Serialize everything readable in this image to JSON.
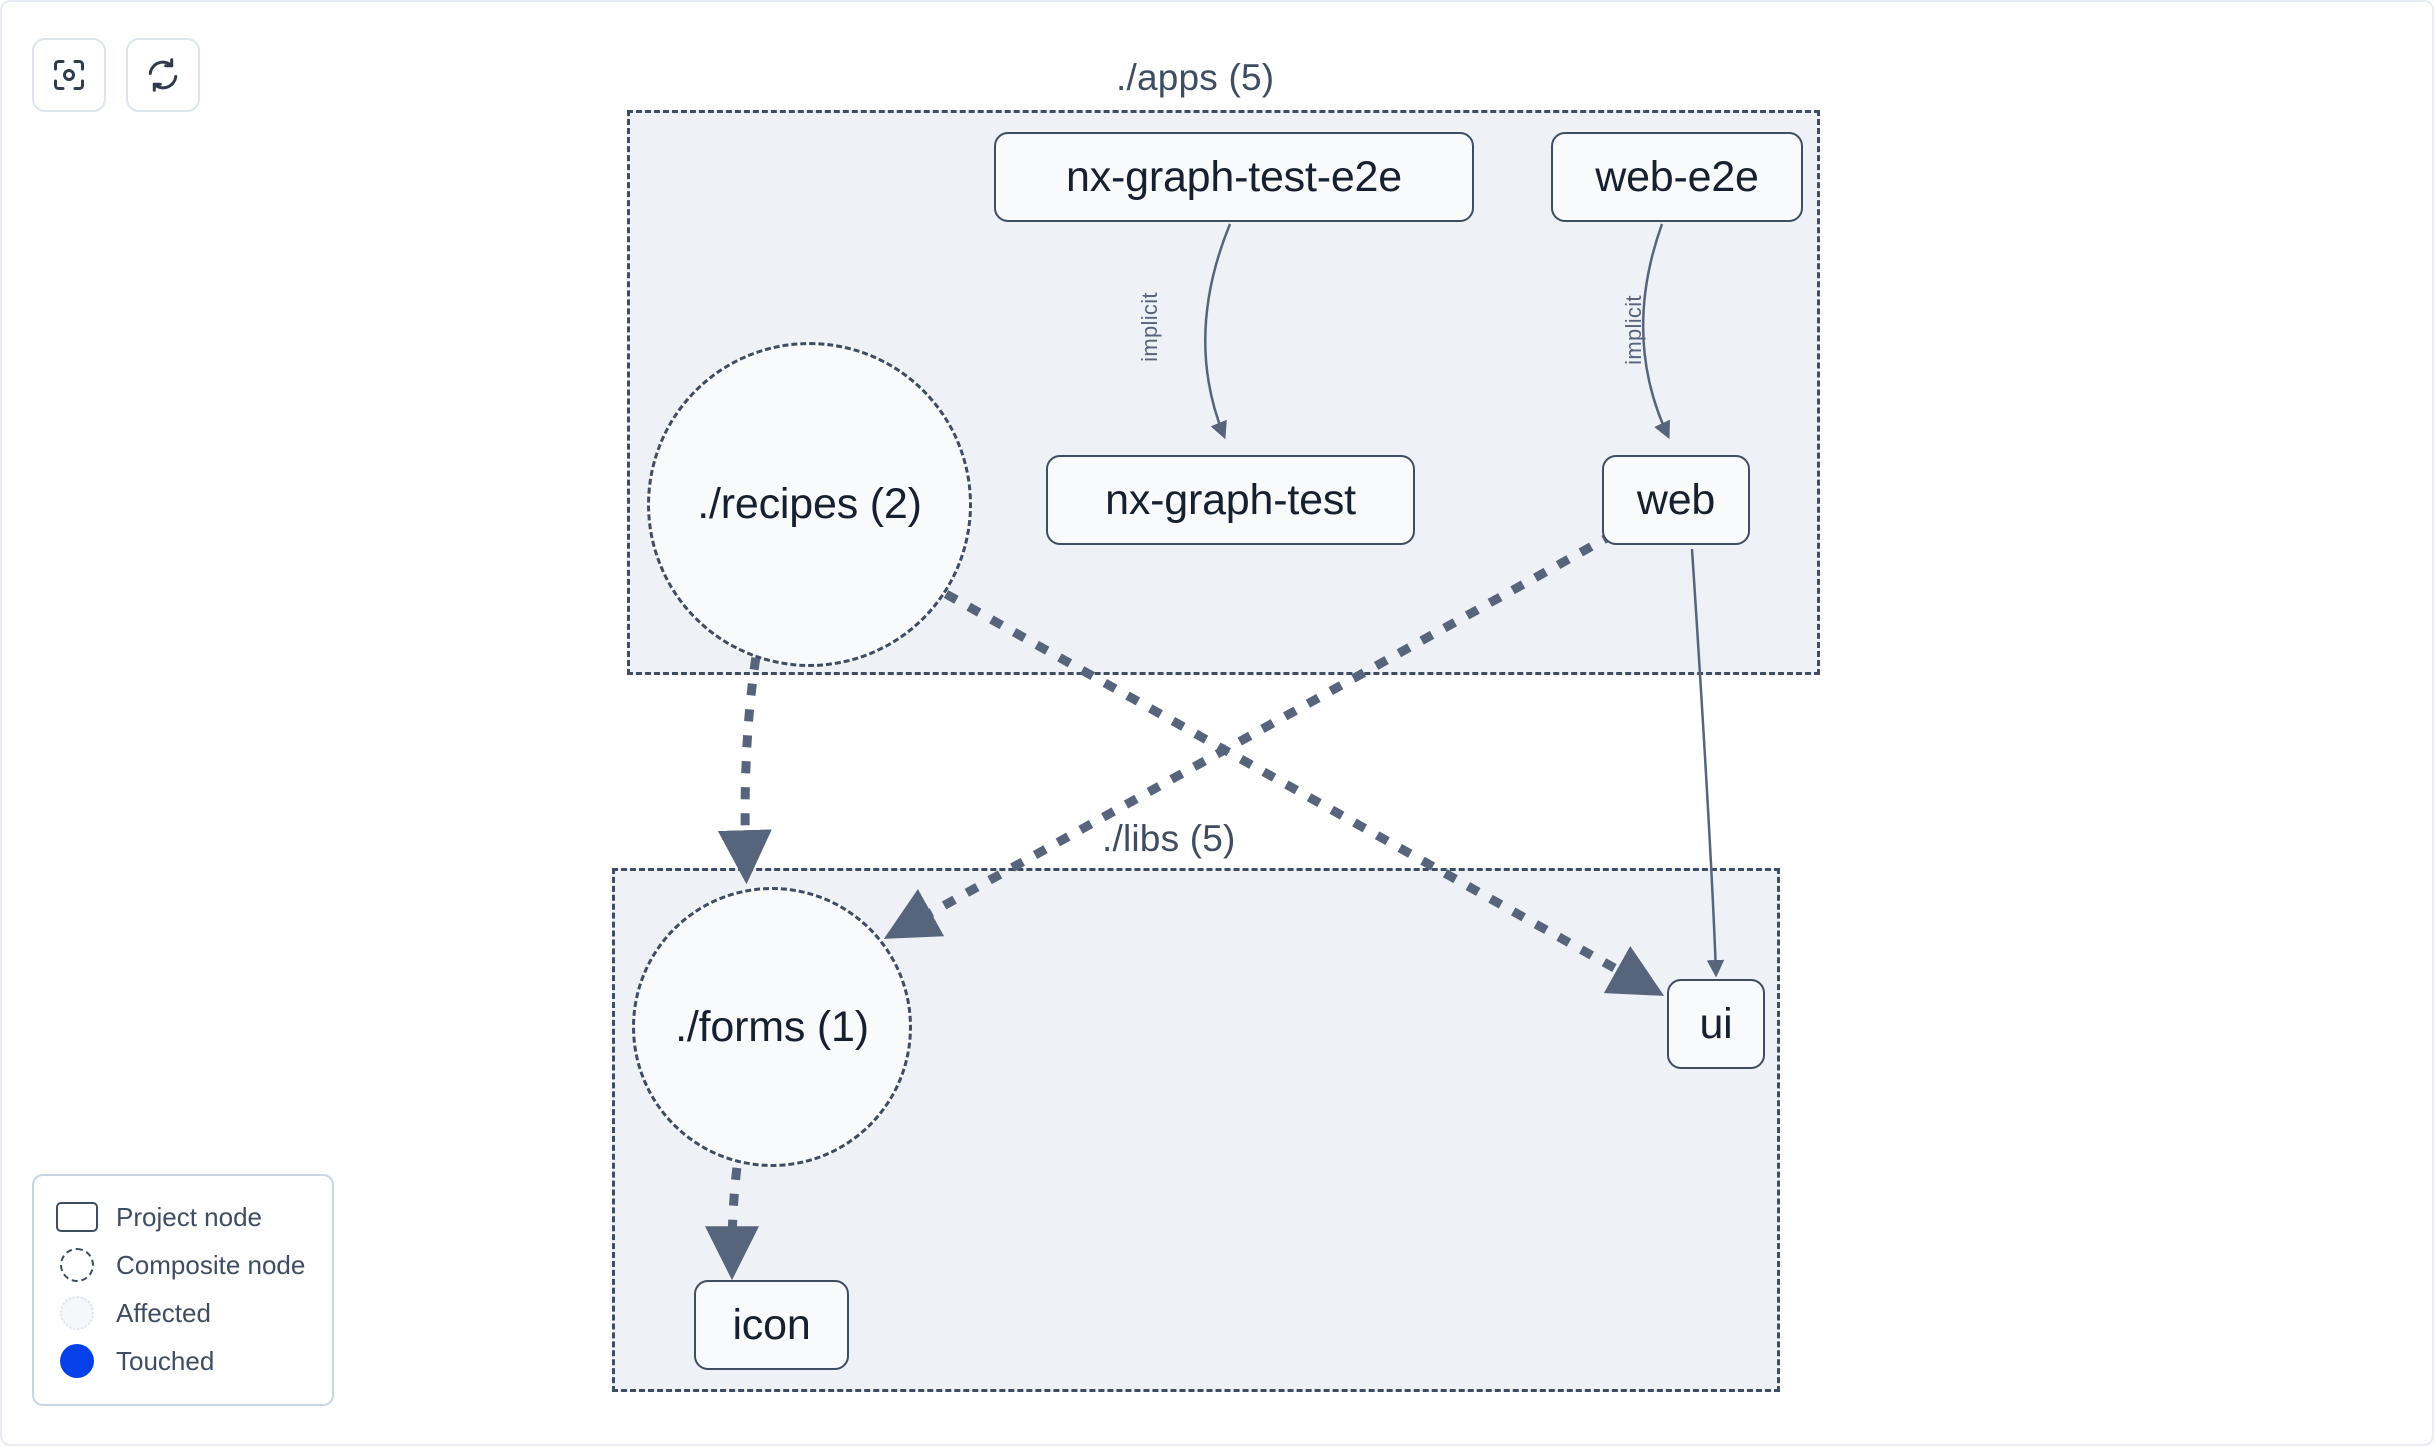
{
  "app": {
    "background_color": "#ffffff",
    "accent_color": "#3f4d63",
    "touched_color": "#0540e8"
  },
  "toolbar": {
    "buttons": [
      {
        "name": "focus-graph-button",
        "icon": "focus-icon",
        "label": ""
      },
      {
        "name": "refresh-graph-button",
        "icon": "refresh-icon",
        "label": ""
      }
    ]
  },
  "graph": {
    "groups": [
      {
        "id": "apps",
        "label": "./apps (5)",
        "count": 5
      },
      {
        "id": "libs",
        "label": "./libs (5)",
        "count": 5
      }
    ],
    "nodes": [
      {
        "id": "nx-graph-test-e2e",
        "label": "nx-graph-test-e2e",
        "type": "project",
        "group": "apps"
      },
      {
        "id": "web-e2e",
        "label": "web-e2e",
        "type": "project",
        "group": "apps"
      },
      {
        "id": "recipes",
        "label": "./recipes (2)",
        "type": "composite",
        "group": "apps"
      },
      {
        "id": "nx-graph-test",
        "label": "nx-graph-test",
        "type": "project",
        "group": "apps"
      },
      {
        "id": "web",
        "label": "web",
        "type": "project",
        "group": "apps"
      },
      {
        "id": "forms",
        "label": "./forms (1)",
        "type": "composite",
        "group": "libs"
      },
      {
        "id": "ui",
        "label": "ui",
        "type": "project",
        "group": "libs"
      },
      {
        "id": "icon",
        "label": "icon",
        "type": "project",
        "group": "libs"
      }
    ],
    "edges": [
      {
        "from": "nx-graph-test-e2e",
        "to": "nx-graph-test",
        "label": "implicit",
        "style": "solid"
      },
      {
        "from": "web-e2e",
        "to": "web",
        "label": "implicit",
        "style": "solid"
      },
      {
        "from": "web",
        "to": "ui",
        "label": "",
        "style": "solid"
      },
      {
        "from": "recipes",
        "to": "forms",
        "label": "",
        "style": "dashed"
      },
      {
        "from": "recipes",
        "to": "ui",
        "label": "",
        "style": "dashed"
      },
      {
        "from": "web",
        "to": "forms",
        "label": "",
        "style": "dashed"
      },
      {
        "from": "forms",
        "to": "icon",
        "label": "",
        "style": "dashed"
      }
    ]
  },
  "legend": {
    "items": [
      {
        "swatch": "project-node-swatch",
        "label": "Project node"
      },
      {
        "swatch": "composite-node-swatch",
        "label": "Composite node"
      },
      {
        "swatch": "affected-swatch",
        "label": "Affected"
      },
      {
        "swatch": "touched-swatch",
        "label": "Touched"
      }
    ]
  }
}
